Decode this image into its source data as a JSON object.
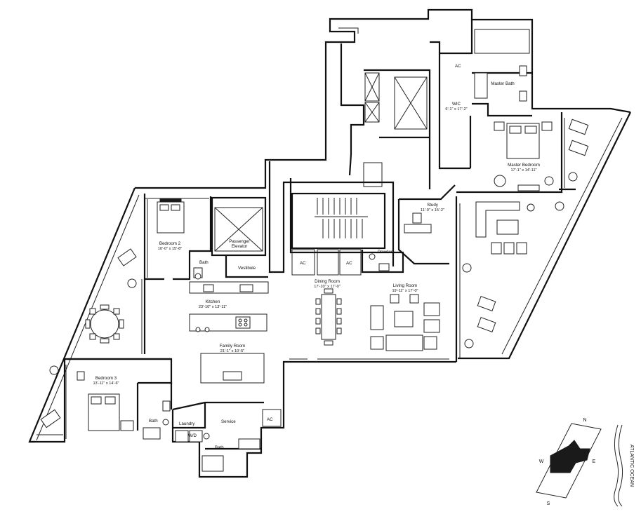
{
  "rooms": {
    "bedroom2": {
      "name": "Bedroom 2",
      "dims": "10'-0\" x 15'-8\""
    },
    "passenger_elevator": {
      "line1": "Passenger",
      "line2": "Elevator"
    },
    "bath_bed2": "Bath",
    "vestibule": "Vestibule",
    "kitchen": {
      "name": "Kitchen",
      "dims": "23'-10\" x 13'-11\""
    },
    "family_room": {
      "name": "Family Room",
      "dims": "21'-1\" x 10'-5\""
    },
    "dining_room": {
      "name": "Dining Room",
      "dims": "17'-10\" x 17'-0\""
    },
    "living_room": {
      "name": "Living Room",
      "dims": "19'-11\" x 17'-0\""
    },
    "study": {
      "name": "Study",
      "dims": "11'-0\" x 15'-2\""
    },
    "powder": "Powder",
    "wic": {
      "name": "WIC",
      "dims": "6'-1\" x 17'-2\""
    },
    "master_bath": "Master Bath",
    "master_bedroom": {
      "name": "Master Bedroom",
      "dims": "17'-1\" x 14'-11\""
    },
    "bedroom3": {
      "name": "Bedroom 3",
      "dims": "13'-11\" x 14'-6\""
    },
    "bath_bed3": "Bath",
    "laundry": "Laundry",
    "wd": "W/D",
    "service": "Service",
    "service_bath": "Bath",
    "ac_labels": [
      "AC",
      "AC",
      "AC",
      "AC"
    ]
  },
  "compass": {
    "n": "N",
    "s": "S",
    "e": "E",
    "w": "W"
  },
  "ocean_label": "ATLANTIC OCEAN"
}
